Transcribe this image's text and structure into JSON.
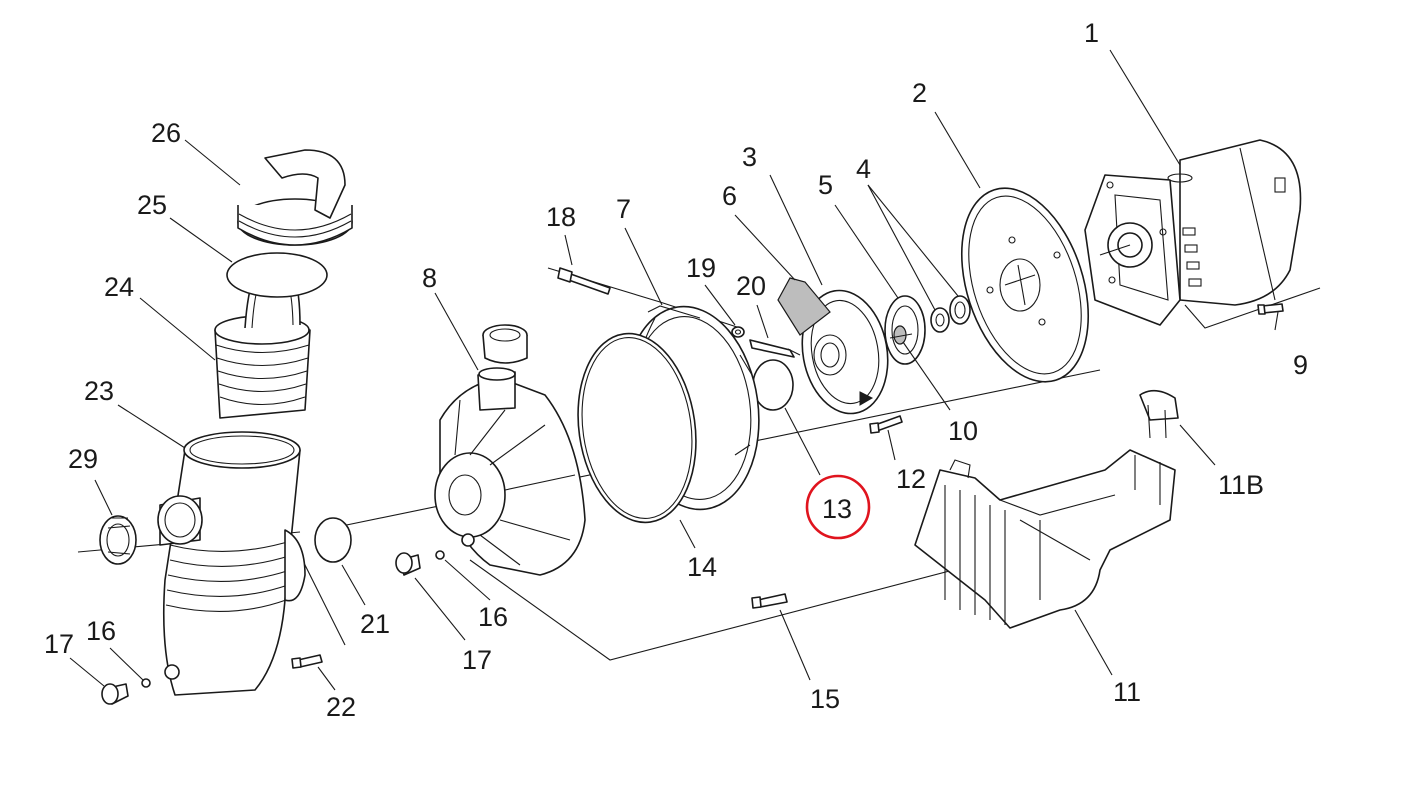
{
  "callouts": [
    {
      "label": "1"
    },
    {
      "label": "2"
    },
    {
      "label": "3"
    },
    {
      "label": "4"
    },
    {
      "label": "5"
    },
    {
      "label": "6"
    },
    {
      "label": "7"
    },
    {
      "label": "8"
    },
    {
      "label": "9"
    },
    {
      "label": "10"
    },
    {
      "label": "11"
    },
    {
      "label": "11B"
    },
    {
      "label": "12"
    },
    {
      "label": "13"
    },
    {
      "label": "14"
    },
    {
      "label": "15"
    },
    {
      "label": "16"
    },
    {
      "label": "16"
    },
    {
      "label": "17"
    },
    {
      "label": "17"
    },
    {
      "label": "18"
    },
    {
      "label": "19"
    },
    {
      "label": "20"
    },
    {
      "label": "21"
    },
    {
      "label": "22"
    },
    {
      "label": "23"
    },
    {
      "label": "24"
    },
    {
      "label": "25"
    },
    {
      "label": "26"
    },
    {
      "label": "29"
    }
  ],
  "highlighted_callout": "13",
  "colors": {
    "line": "#1a1a1a",
    "highlight": "#e0141e",
    "background": "#ffffff"
  }
}
